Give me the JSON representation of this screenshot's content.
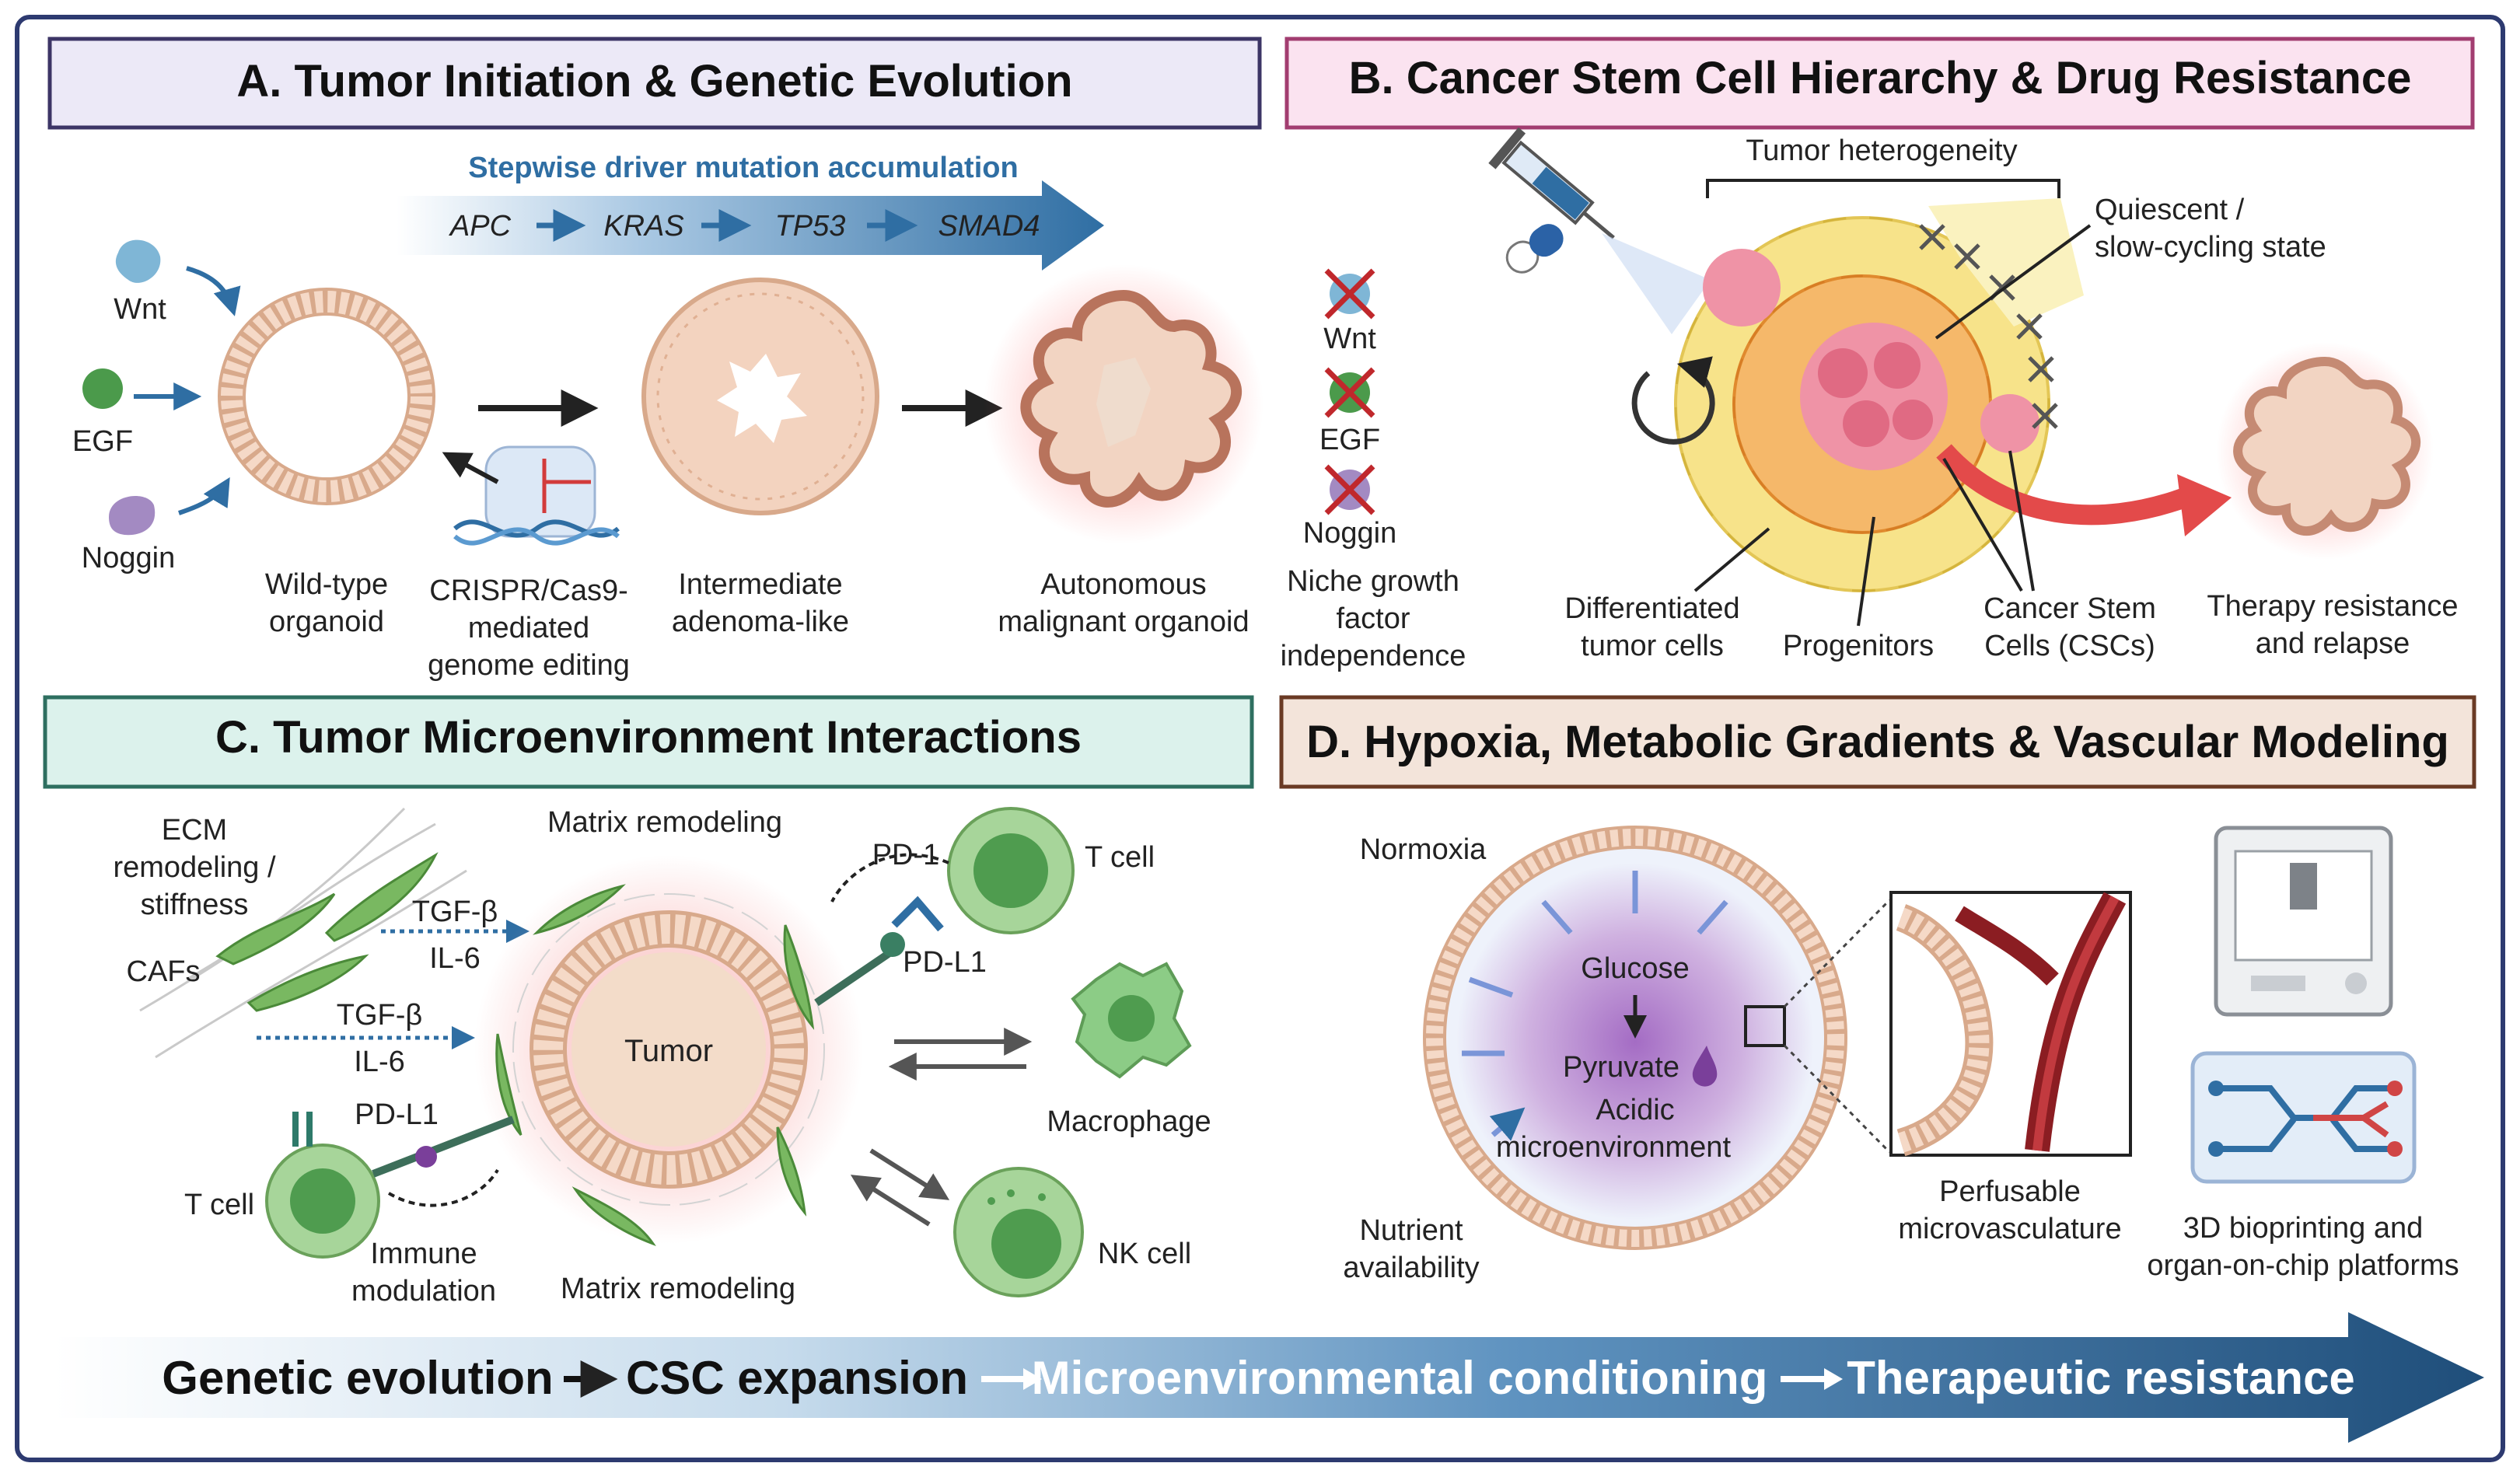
{
  "panels": {
    "A": {
      "title": "A. Tumor Initiation & Genetic Evolution",
      "mutation_header": "Stepwise driver mutation accumulation",
      "genes": [
        "APC",
        "KRAS",
        "TP53",
        "SMAD4"
      ],
      "factors": [
        "Wnt",
        "EGF",
        "Noggin"
      ],
      "wildtype_label": [
        "Wild-type",
        "organoid"
      ],
      "crispr_label": [
        "CRISPR/Cas9-",
        "mediated",
        "genome editing"
      ],
      "adenoma_label": [
        "Intermediate",
        "adenoma-like"
      ],
      "malignant_label": [
        "Autonomous",
        "malignant organoid"
      ],
      "crossed_factors": [
        "Wnt",
        "EGF",
        "Noggin"
      ],
      "niche_label": [
        "Niche growth",
        "factor",
        "independence"
      ]
    },
    "B": {
      "title": "B. Cancer Stem Cell Hierarchy & Drug Resistance",
      "heterogeneity": "Tumor heterogeneity",
      "quiescent": [
        "Quiescent /",
        "slow-cycling state"
      ],
      "differentiated": [
        "Differentiated",
        "tumor cells"
      ],
      "progenitors": "Progenitors",
      "cscs": [
        "Cancer Stem",
        "Cells (CSCs)"
      ],
      "therapy": [
        "Therapy resistance",
        "and relapse"
      ]
    },
    "C": {
      "title": "C. Tumor Microenvironment Interactions",
      "ecm": [
        "ECM",
        "remodeling /",
        "stiffness"
      ],
      "cafs": "CAFs",
      "signals_top": [
        "TGF-β",
        "IL-6"
      ],
      "signals_mid": [
        "TGF-β",
        "IL-6"
      ],
      "matrix_top": "Matrix remodeling",
      "matrix_bottom": "Matrix remodeling",
      "tumor": "Tumor",
      "pd1": "PD-1",
      "pdl1_right": "PD-L1",
      "pdl1_left": "PD-L1",
      "tcell_right": "T cell",
      "tcell_left": "T cell",
      "macrophage": "Macrophage",
      "nkcell": "NK cell",
      "immune": [
        "Immune",
        "modulation"
      ]
    },
    "D": {
      "title": "D. Hypoxia, Metabolic Gradients & Vascular Modeling",
      "normoxia": "Normoxia",
      "glucose": "Glucose",
      "pyruvate": "Pyruvate",
      "acidic": [
        "Acidic",
        "microenvironment"
      ],
      "nutrient": [
        "Nutrient",
        "availability"
      ],
      "perfusable": [
        "Perfusable",
        "microvasculature"
      ],
      "bioprinting": [
        "3D bioprinting and",
        "organ-on-chip platforms"
      ]
    }
  },
  "bottom_banner": {
    "step1": "Genetic evolution",
    "step2": "CSC expansion",
    "step3": "Microenvironmental conditioning",
    "step4": "Therapeutic resistance"
  },
  "colors": {
    "panel_a_header": "#ece9f7",
    "panel_b_header": "#fbe3f0",
    "panel_c_header": "#dcf2ec",
    "panel_d_header": "#f3e4da",
    "arrow_blue": "#2f6ea3",
    "dark_blue": "#1f4e7a"
  }
}
